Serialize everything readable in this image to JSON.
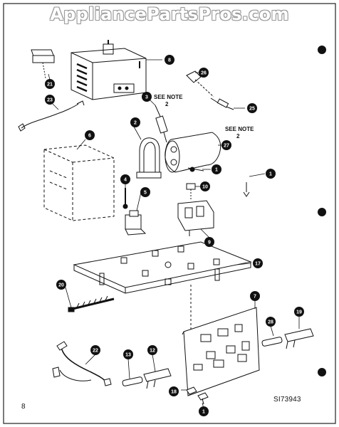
{
  "watermark": "AppliancePartsPros.com",
  "page_number": "8",
  "diagram_code": "SI73943",
  "notes": [
    {
      "line1": "SEE NOTE",
      "line2": "2"
    },
    {
      "line1": "SEE NOTE",
      "line2": "2"
    }
  ],
  "callouts": [
    "8",
    "26",
    "21",
    "23",
    "3",
    "25",
    "27",
    "2",
    "6",
    "1",
    "1",
    "4",
    "10",
    "5",
    "9",
    "17",
    "20",
    "7",
    "19",
    "28",
    "22",
    "13",
    "12",
    "18",
    "1"
  ],
  "colors": {
    "ink": "#111111",
    "background": "#ffffff",
    "watermark_outline": "#9a9a9a"
  }
}
